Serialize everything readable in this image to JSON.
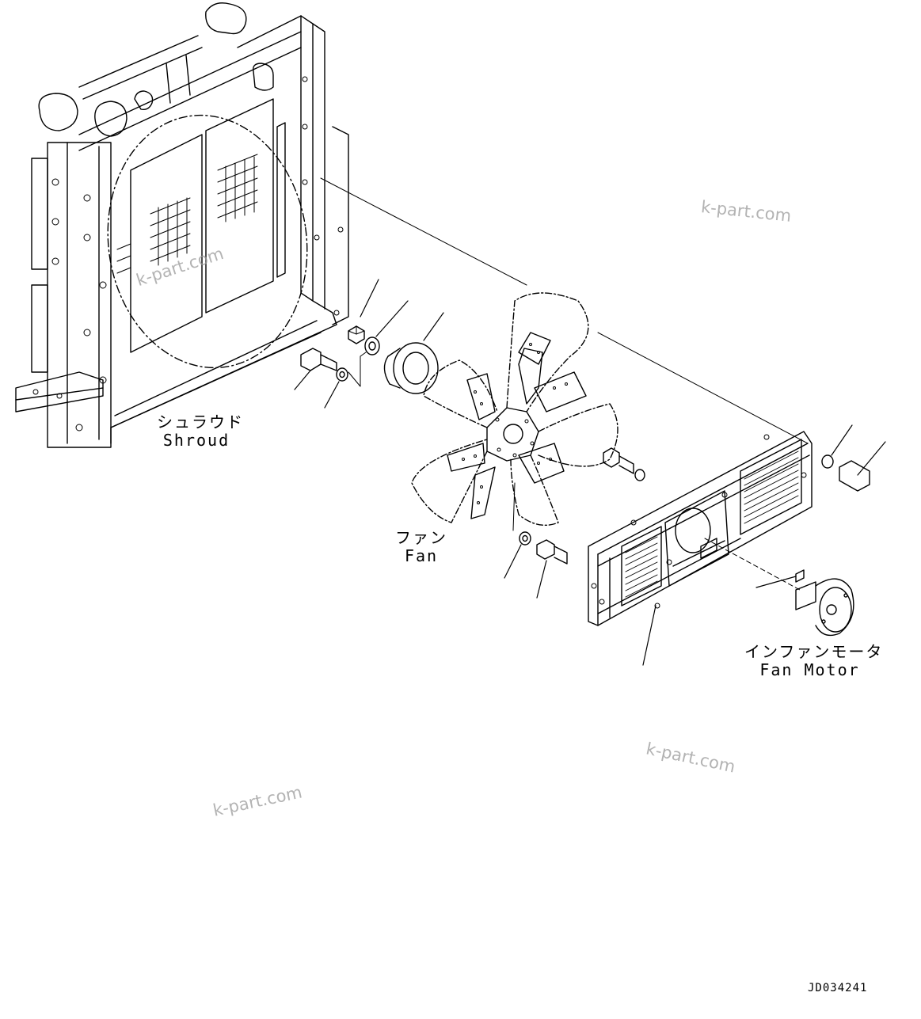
{
  "labels": {
    "shroud_jp": "シュラウド",
    "shroud_en": "Shroud",
    "fan_jp": "ファン",
    "fan_en": "Fan",
    "motor_jp": "インファンモータ",
    "motor_en": "Fan Motor"
  },
  "watermark": "k-part.com",
  "drawing_code": "JD034241",
  "colors": {
    "line": "#000000",
    "watermark": "#9a9a9a",
    "background": "#ffffff"
  }
}
